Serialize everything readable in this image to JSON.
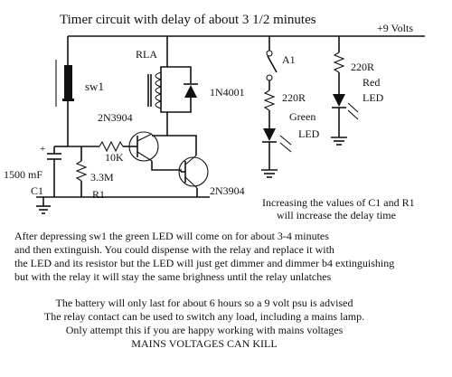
{
  "title": "Timer circuit with delay of about 3 1/2 minutes",
  "supply_label": "+9 Volts",
  "components": {
    "switch_label": "sw1",
    "relay_label": "RLA",
    "diode_label": "1N4001",
    "contact_label": "A1",
    "green_resistor_value": "220R",
    "green_led_label_1": "Green",
    "green_led_label_2": "LED",
    "red_resistor_value": "220R",
    "red_led_label_1": "Red",
    "red_led_label_2": "LED",
    "transistor1_label": "2N3904",
    "transistor2_label": "2N3904",
    "base_resistor_value": "10K",
    "cap_value": "1500 mF",
    "cap_name": "C1",
    "pot_value": "3.3M",
    "pot_name": "R1"
  },
  "notes": {
    "delay_note_line1": "Increasing the values of C1 and R1",
    "delay_note_line2": "will increase the delay time"
  },
  "description": {
    "line1": "After depressing sw1 the green LED will come on for about 3-4 minutes",
    "line2": "and then extinguish. You could dispense with the relay and replace it with",
    "line3": "the LED and its resistor but the LED will just get dimmer and dimmer b4 extinguishing",
    "line4": "but with the relay it will stay the same brighness until the relay unlatches"
  },
  "warnings": {
    "line1": "The battery will only last for about 6 hours so a 9 volt psu is advised",
    "line2": "The relay contact can be used to switch any load, including a mains lamp.",
    "line3": "Only attempt this if you are happy working with mains voltages",
    "line4": "MAINS VOLTAGES CAN KILL"
  }
}
